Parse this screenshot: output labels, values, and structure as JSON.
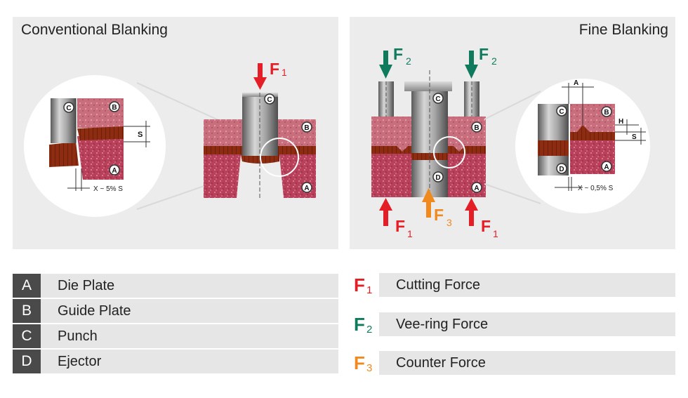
{
  "panels": {
    "conventional_title": "Conventional Blanking",
    "fine_title": "Fine Blanking"
  },
  "labels": {
    "A": "A",
    "B": "B",
    "C": "C",
    "D": "D",
    "S": "S",
    "H": "H",
    "F": "F",
    "sub1": "1",
    "sub2": "2",
    "sub3": "3",
    "conv_clearance": "X ~ 5% S",
    "fine_clearance": "X ~ 0,5% S",
    "fine_A": "A"
  },
  "legend_parts": [
    {
      "key": "A",
      "label": "Die Plate"
    },
    {
      "key": "B",
      "label": "Guide Plate"
    },
    {
      "key": "C",
      "label": "Punch"
    },
    {
      "key": "D",
      "label": "Ejector"
    }
  ],
  "legend_forces": [
    {
      "symbol": "F",
      "sub": "1",
      "label": "Cutting Force",
      "color": "#e41e26"
    },
    {
      "symbol": "F",
      "sub": "2",
      "label": "Vee-ring Force",
      "color": "#0f7a5c"
    },
    {
      "symbol": "F",
      "sub": "3",
      "label": "Counter Force",
      "color": "#f08a1e"
    }
  ],
  "colors": {
    "cutting": "#e41e26",
    "veering": "#0f7a5c",
    "counter": "#f08a1e",
    "plate": "#b8405a",
    "guide": "#c86e7c",
    "strip": "#8e2c12",
    "steel": "#8e8e8e"
  }
}
